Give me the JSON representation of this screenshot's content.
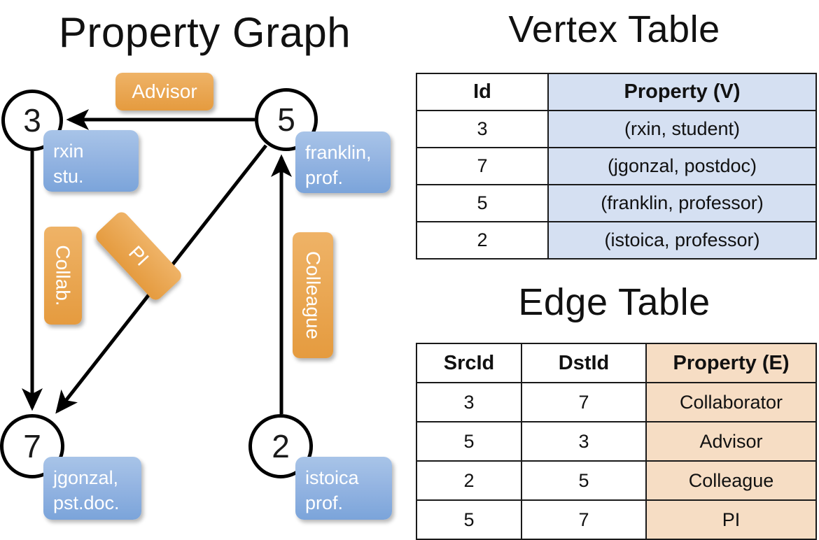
{
  "titles": {
    "property_graph": "Property Graph",
    "vertex_table": "Vertex Table",
    "edge_table": "Edge Table"
  },
  "colors": {
    "vertex_property_fill": "#d5e0f2",
    "edge_property_fill": "#f6ddc4",
    "node_box_blue": "#95b5e2",
    "edge_label_orange": "#eaa855",
    "stroke": "#000000"
  },
  "graph": {
    "nodes": [
      {
        "id": "3",
        "property_text": "rxin\nstu.",
        "property_lines": [
          "rxin",
          "stu."
        ]
      },
      {
        "id": "5",
        "property_text": "franklin,\nprof.",
        "property_lines": [
          "franklin,",
          "prof."
        ]
      },
      {
        "id": "7",
        "property_text": "jgonzal,\npst.doc.",
        "property_lines": [
          "jgonzal,",
          "pst.doc."
        ]
      },
      {
        "id": "2",
        "property_text": "istoica\nprof.",
        "property_lines": [
          "istoica",
          "prof."
        ]
      }
    ],
    "edge_labels": [
      {
        "name": "advisor",
        "text": "Advisor",
        "orientation": "horizontal"
      },
      {
        "name": "collab",
        "text": "Collab.",
        "orientation": "vertical"
      },
      {
        "name": "pi",
        "text": "PI",
        "orientation": "diagonal"
      },
      {
        "name": "colleague",
        "text": "Colleague",
        "orientation": "vertical"
      }
    ],
    "edges": [
      {
        "src": "5",
        "dst": "3",
        "label": "Advisor"
      },
      {
        "src": "3",
        "dst": "7",
        "label": "Collab."
      },
      {
        "src": "5",
        "dst": "7",
        "label": "PI"
      },
      {
        "src": "2",
        "dst": "5",
        "label": "Colleague"
      }
    ]
  },
  "vertex_table": {
    "headers": [
      "Id",
      "Property (V)"
    ],
    "rows": [
      {
        "id": "3",
        "property": "(rxin, student)"
      },
      {
        "id": "7",
        "property": "(jgonzal, postdoc)"
      },
      {
        "id": "5",
        "property": "(franklin, professor)"
      },
      {
        "id": "2",
        "property": "(istoica, professor)"
      }
    ]
  },
  "edge_table": {
    "headers": [
      "SrcId",
      "DstId",
      "Property (E)"
    ],
    "rows": [
      {
        "src": "3",
        "dst": "7",
        "property": "Collaborator"
      },
      {
        "src": "5",
        "dst": "3",
        "property": "Advisor"
      },
      {
        "src": "2",
        "dst": "5",
        "property": "Colleague"
      },
      {
        "src": "5",
        "dst": "7",
        "property": "PI"
      }
    ]
  }
}
